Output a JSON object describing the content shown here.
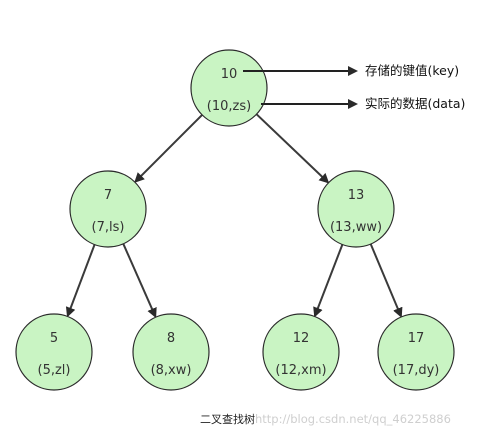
{
  "tree": {
    "colors": {
      "node_fill": "#c9f4c3",
      "node_stroke": "#2b2b2b",
      "edge": "#3a3a3a"
    },
    "nodes": [
      {
        "id": "n10",
        "key": "10",
        "data": "(10,zs)"
      },
      {
        "id": "n7",
        "key": "7",
        "data": "(7,ls)"
      },
      {
        "id": "n13",
        "key": "13",
        "data": "(13,ww)"
      },
      {
        "id": "n5",
        "key": "5",
        "data": "(5,zl)"
      },
      {
        "id": "n8",
        "key": "8",
        "data": "(8,xw)"
      },
      {
        "id": "n12",
        "key": "12",
        "data": "(12,xm)"
      },
      {
        "id": "n17",
        "key": "17",
        "data": "(17,dy)"
      }
    ],
    "edges": [
      {
        "from": "n10",
        "to": "n7"
      },
      {
        "from": "n10",
        "to": "n13"
      },
      {
        "from": "n7",
        "to": "n5"
      },
      {
        "from": "n7",
        "to": "n8"
      },
      {
        "from": "n13",
        "to": "n12"
      },
      {
        "from": "n13",
        "to": "n17"
      }
    ]
  },
  "annotations": {
    "key_label": "存储的键值(key)",
    "data_label": "实际的数据(data)"
  },
  "caption": "二叉查找树",
  "watermark": "http://blog.csdn.net/qq_46225886"
}
